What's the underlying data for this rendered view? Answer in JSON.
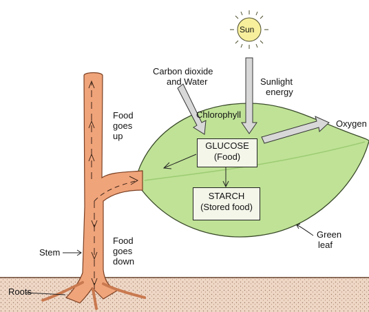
{
  "labels": {
    "sun": "Sun",
    "co2_line1": "Carbon dioxide",
    "co2_line2": "and Water",
    "sunlight_line1": "Sunlight",
    "sunlight_line2": "energy",
    "chlorophyll": "Chlorophyll",
    "oxygen": "Oxygen",
    "food_up_1": "Food",
    "food_up_2": "goes",
    "food_up_3": "up",
    "food_down_1": "Food",
    "food_down_2": "goes",
    "food_down_3": "down",
    "stem": "Stem",
    "roots": "Roots",
    "green_leaf_1": "Green",
    "green_leaf_2": "leaf"
  },
  "boxes": {
    "glucose_title": "GLUCOSE",
    "glucose_sub": "(Food)",
    "starch_title": "STARCH",
    "starch_sub": "(Stored food)"
  },
  "colors": {
    "leaf": "#b9df8e",
    "stem": "#f0a47a",
    "stem_dark": "#d9754a",
    "sun": "#f7ef9c",
    "soil": "#e8c9b5",
    "arrow_fill": "#d8d8d8"
  }
}
